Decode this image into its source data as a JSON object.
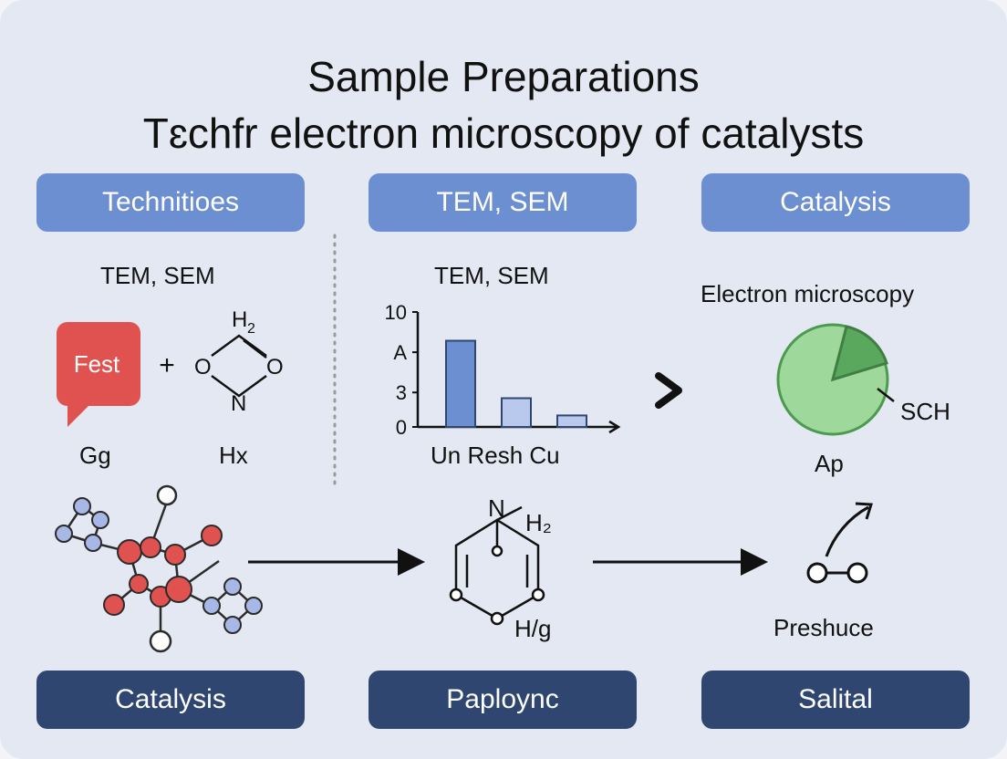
{
  "title": {
    "line1": "Sample Preparations",
    "line2": "Tɛchfr electron microscopy of catalysts"
  },
  "top_pills": [
    "Technitioes",
    "TEM, SEM",
    "Catalysis"
  ],
  "bottom_pills": [
    "Catalysis",
    "Paploync",
    "Salital"
  ],
  "panel_left": {
    "heading": "TEM, SEM",
    "bubble_text": "Fest",
    "plus": "+",
    "ring_top": "H",
    "ring_top_sub": "2",
    "ring_left": "O",
    "ring_right": "O",
    "ring_bottom": "N",
    "caption_left": "Gg",
    "caption_right": "Hx"
  },
  "panel_middle": {
    "heading": "TEM, SEM",
    "x_label": "Un Resh Cu"
  },
  "panel_right": {
    "heading": "Electron microscopy",
    "slice_label": "SCH",
    "caption": "Ap"
  },
  "bottom_row": {
    "ring_n": "N",
    "ring_h2": "H₂",
    "ring_hg": "H/g",
    "right_caption": "Preshuce"
  },
  "chart_data": {
    "type": "bar",
    "title": "TEM, SEM",
    "categories": [
      "Un",
      "Resh",
      "Cu"
    ],
    "values": [
      7.5,
      2.5,
      1.0
    ],
    "y_ticks": [
      "0",
      "3",
      "A",
      "10"
    ],
    "y_tick_values": [
      0,
      3,
      6.5,
      10
    ],
    "ylim": [
      0,
      10
    ],
    "bar_colors": [
      "#6b8fd0",
      "#b9c9ee",
      "#b9c9ee"
    ]
  },
  "colors": {
    "background": "#e3e8f2",
    "pill_top": "#6b8fd0",
    "pill_bottom": "#2f4770",
    "bubble": "#e0524f",
    "pie_main": "#9ed89a",
    "pie_slice": "#5aa85d",
    "pie_border": "#4c9a4f",
    "atom_red": "#e0524f",
    "atom_blue": "#a8b8e6"
  }
}
